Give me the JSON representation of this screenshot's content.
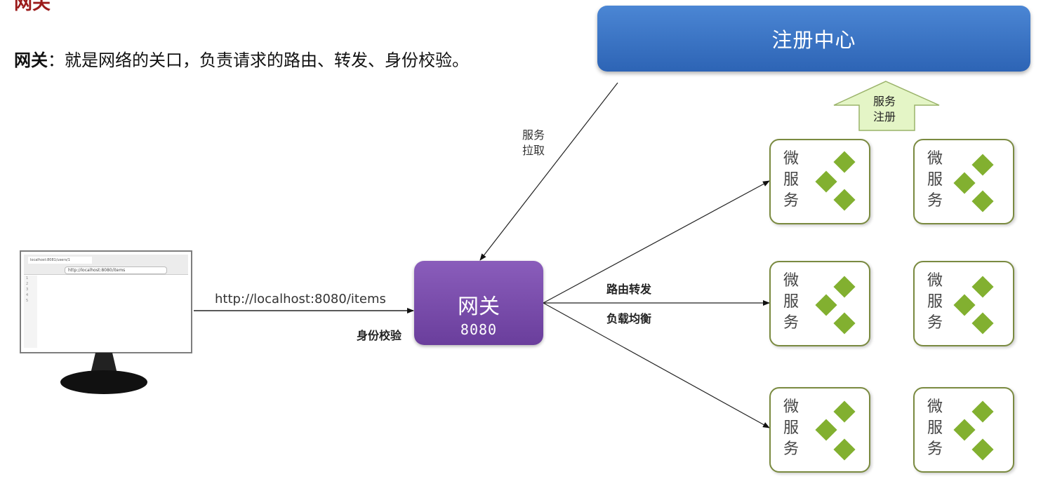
{
  "header": {
    "title_fragment": "网关",
    "description_term": "网关",
    "description_rest": "：就是网络的关口，负责请求的路由、转发、身份校验。"
  },
  "registry": {
    "label": "注册中心"
  },
  "labels": {
    "service_pull": [
      "服务",
      "拉取"
    ],
    "service_register": [
      "服务",
      "注册"
    ],
    "routing": "路由转发",
    "load_balance": "负载均衡",
    "auth": "身份校验",
    "url": "http://localhost:8080/items"
  },
  "gateway": {
    "name": "网关",
    "port": "8080"
  },
  "browser": {
    "tab_title": "localhost:8081/users/1",
    "address": "http://localhost:8080/items",
    "line_numbers": [
      "1",
      "2",
      "3",
      "4",
      "5"
    ]
  },
  "microservices": [
    {
      "label": [
        "微",
        "服",
        "务"
      ]
    },
    {
      "label": [
        "微",
        "服",
        "务"
      ]
    },
    {
      "label": [
        "微",
        "服",
        "务"
      ]
    },
    {
      "label": [
        "微",
        "服",
        "务"
      ]
    },
    {
      "label": [
        "微",
        "服",
        "务"
      ]
    },
    {
      "label": [
        "微",
        "服",
        "务"
      ]
    }
  ],
  "colors": {
    "registry": "#3a74c6",
    "gateway": "#7a4cab",
    "microservice_border": "#7a8a40",
    "diamond": "#82b030",
    "register_arrow": "#e4f5c6",
    "title": "#9b1b1b"
  }
}
